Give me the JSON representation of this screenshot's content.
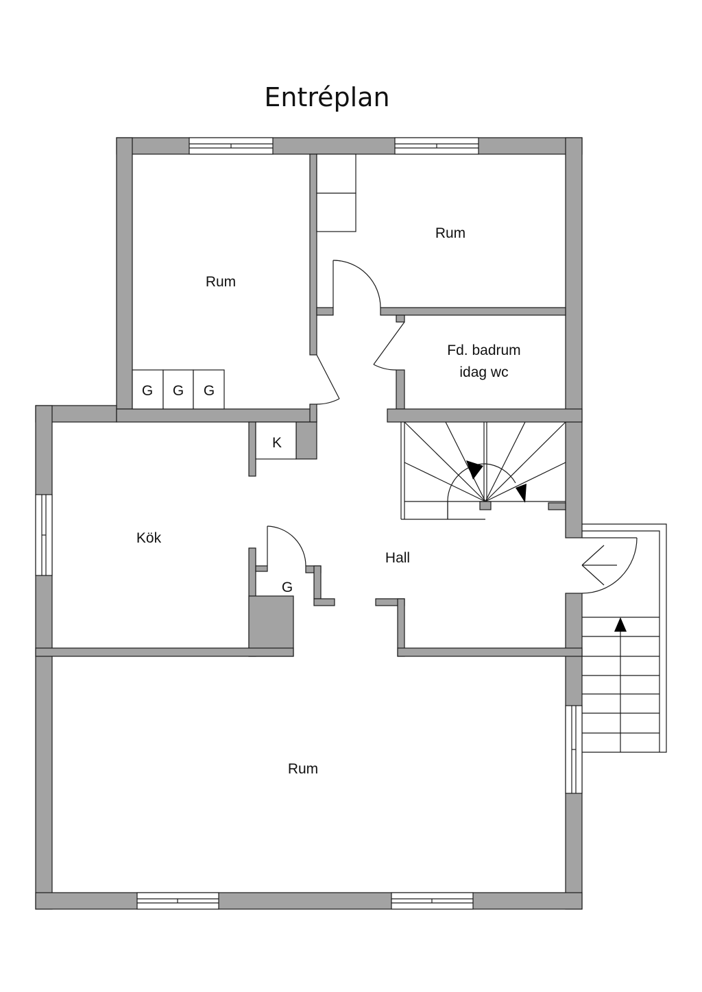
{
  "title": "Entréplan",
  "rooms": {
    "room_top_left": "Rum",
    "room_top_right": "Rum",
    "former_bathroom_line1": "Fd. badrum",
    "former_bathroom_line2": "idag wc",
    "wardrobe_1": "G",
    "wardrobe_2": "G",
    "wardrobe_3": "G",
    "closet_k": "K",
    "kitchen": "Kök",
    "hall": "Hall",
    "wardrobe_hall": "G",
    "room_large": "Rum"
  },
  "colors": {
    "wall": "#a3a3a3",
    "line": "#1a1a1a"
  }
}
